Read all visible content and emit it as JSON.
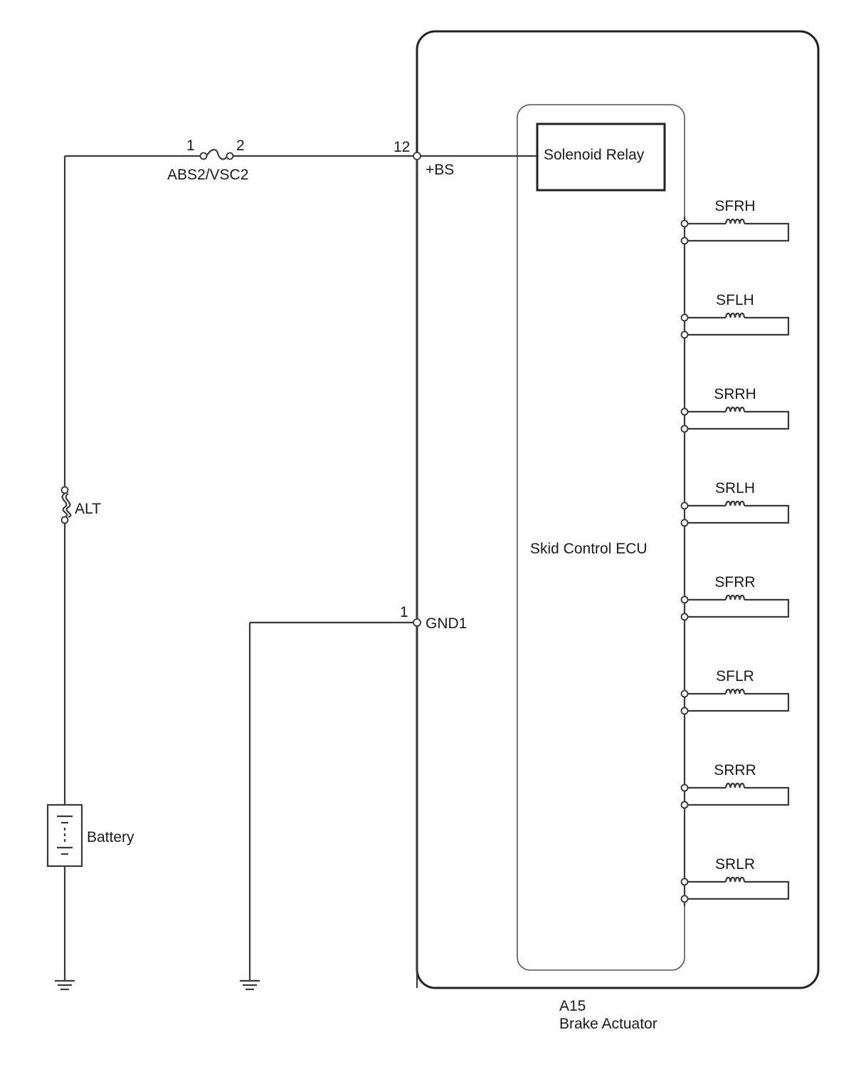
{
  "fuse": {
    "pin_left": "1",
    "pin_right": "2",
    "label": "ABS2/VSC2"
  },
  "ecu_pins": {
    "bs_number": "12",
    "bs_label": "+BS",
    "gnd_number": "1",
    "gnd_label": "GND1"
  },
  "fusible_link": {
    "label": "ALT"
  },
  "battery": {
    "label": "Battery"
  },
  "relay": {
    "label": "Solenoid Relay"
  },
  "ecu": {
    "label": "Skid Control ECU"
  },
  "solenoids": [
    {
      "label": "SFRH"
    },
    {
      "label": "SFLH"
    },
    {
      "label": "SRRH"
    },
    {
      "label": "SRLH"
    },
    {
      "label": "SFRR"
    },
    {
      "label": "SFLR"
    },
    {
      "label": "SRRR"
    },
    {
      "label": "SRLR"
    }
  ],
  "actuator": {
    "code": "A15",
    "name": "Brake Actuator"
  },
  "colors": {
    "line": "#3a3a3a",
    "text": "#1a1a1a",
    "background": "#ffffff"
  }
}
